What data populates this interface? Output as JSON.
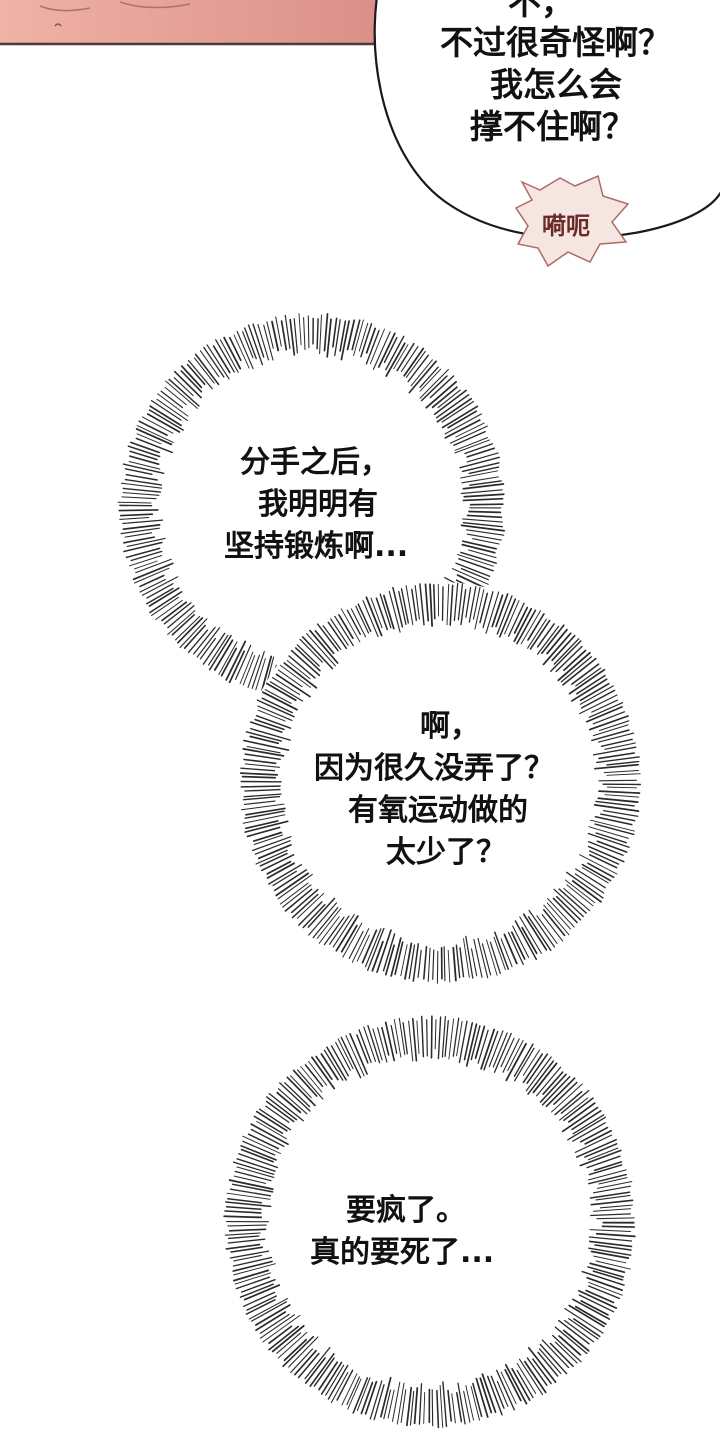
{
  "top_bubble": {
    "lines": [
      "不，",
      "不过很奇怪啊？",
      "我怎么会",
      "撑不住啊？"
    ]
  },
  "sound_effect": {
    "text": "嗬呃"
  },
  "burst_bubble_1": {
    "lines": [
      "分手之后，",
      "我明明有",
      "坚持锻炼啊..."
    ]
  },
  "burst_bubble_2": {
    "lines": [
      "啊，",
      "因为很久没弄了？",
      "有氧运动做的",
      "太少了？"
    ]
  },
  "burst_bubble_3": {
    "lines": [
      "要疯了。",
      "真的要死了..."
    ]
  },
  "colors": {
    "skin_panel": "#e9a59a",
    "skin_panel_dark": "#d98e86",
    "panel_border": "#4a3a3a",
    "bubble_stroke": "#1a1a1a",
    "burst_stroke": "#2a2a2a",
    "sfx_fill": "#f6e6e2",
    "sfx_stroke": "#b06a66"
  }
}
